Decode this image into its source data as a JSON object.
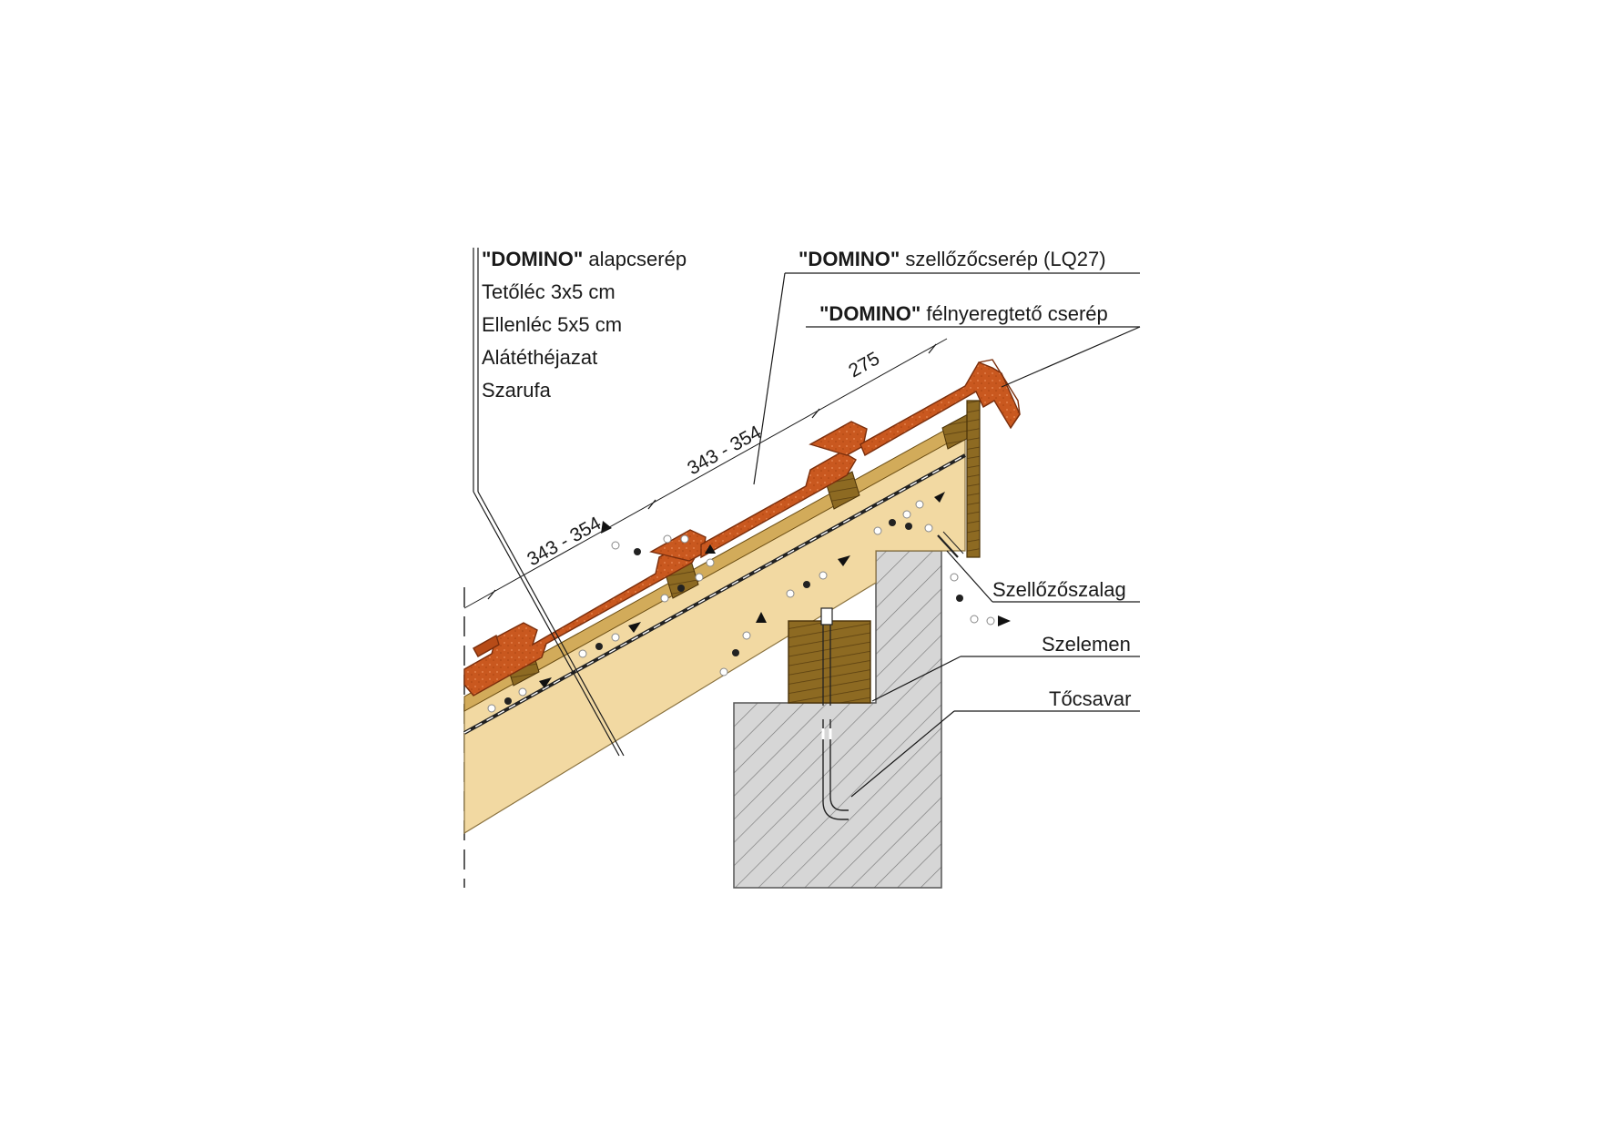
{
  "labels_left": [
    {
      "bold": "\"DOMINO\"",
      "text": " alapcserép"
    },
    {
      "bold": "",
      "text": "Tetőléc 3x5 cm"
    },
    {
      "bold": "",
      "text": "Ellenléc 5x5 cm"
    },
    {
      "bold": "",
      "text": "Alátéthéjazat"
    },
    {
      "bold": "",
      "text": "Szarufa"
    }
  ],
  "labels_top_right": [
    {
      "bold": "\"DOMINO\"",
      "text": " szellőzőcserép (LQ27)"
    },
    {
      "bold": "\"DOMINO\"",
      "text": " félnyeregtető cserép"
    }
  ],
  "labels_right": [
    "Szellőzőszalag",
    "Szelemen",
    "Tőcsavar"
  ],
  "dimensions": [
    "343 - 354",
    "343 - 354",
    "275"
  ],
  "colors": {
    "tile": "#c8551f",
    "tile_edge": "#7a2e0c",
    "rafter": "#f2d9a2",
    "batten": "#7a5a1e",
    "purlin": "#8a6420",
    "concrete": "#d4d4d4",
    "membrane": "#2a2a2a"
  }
}
